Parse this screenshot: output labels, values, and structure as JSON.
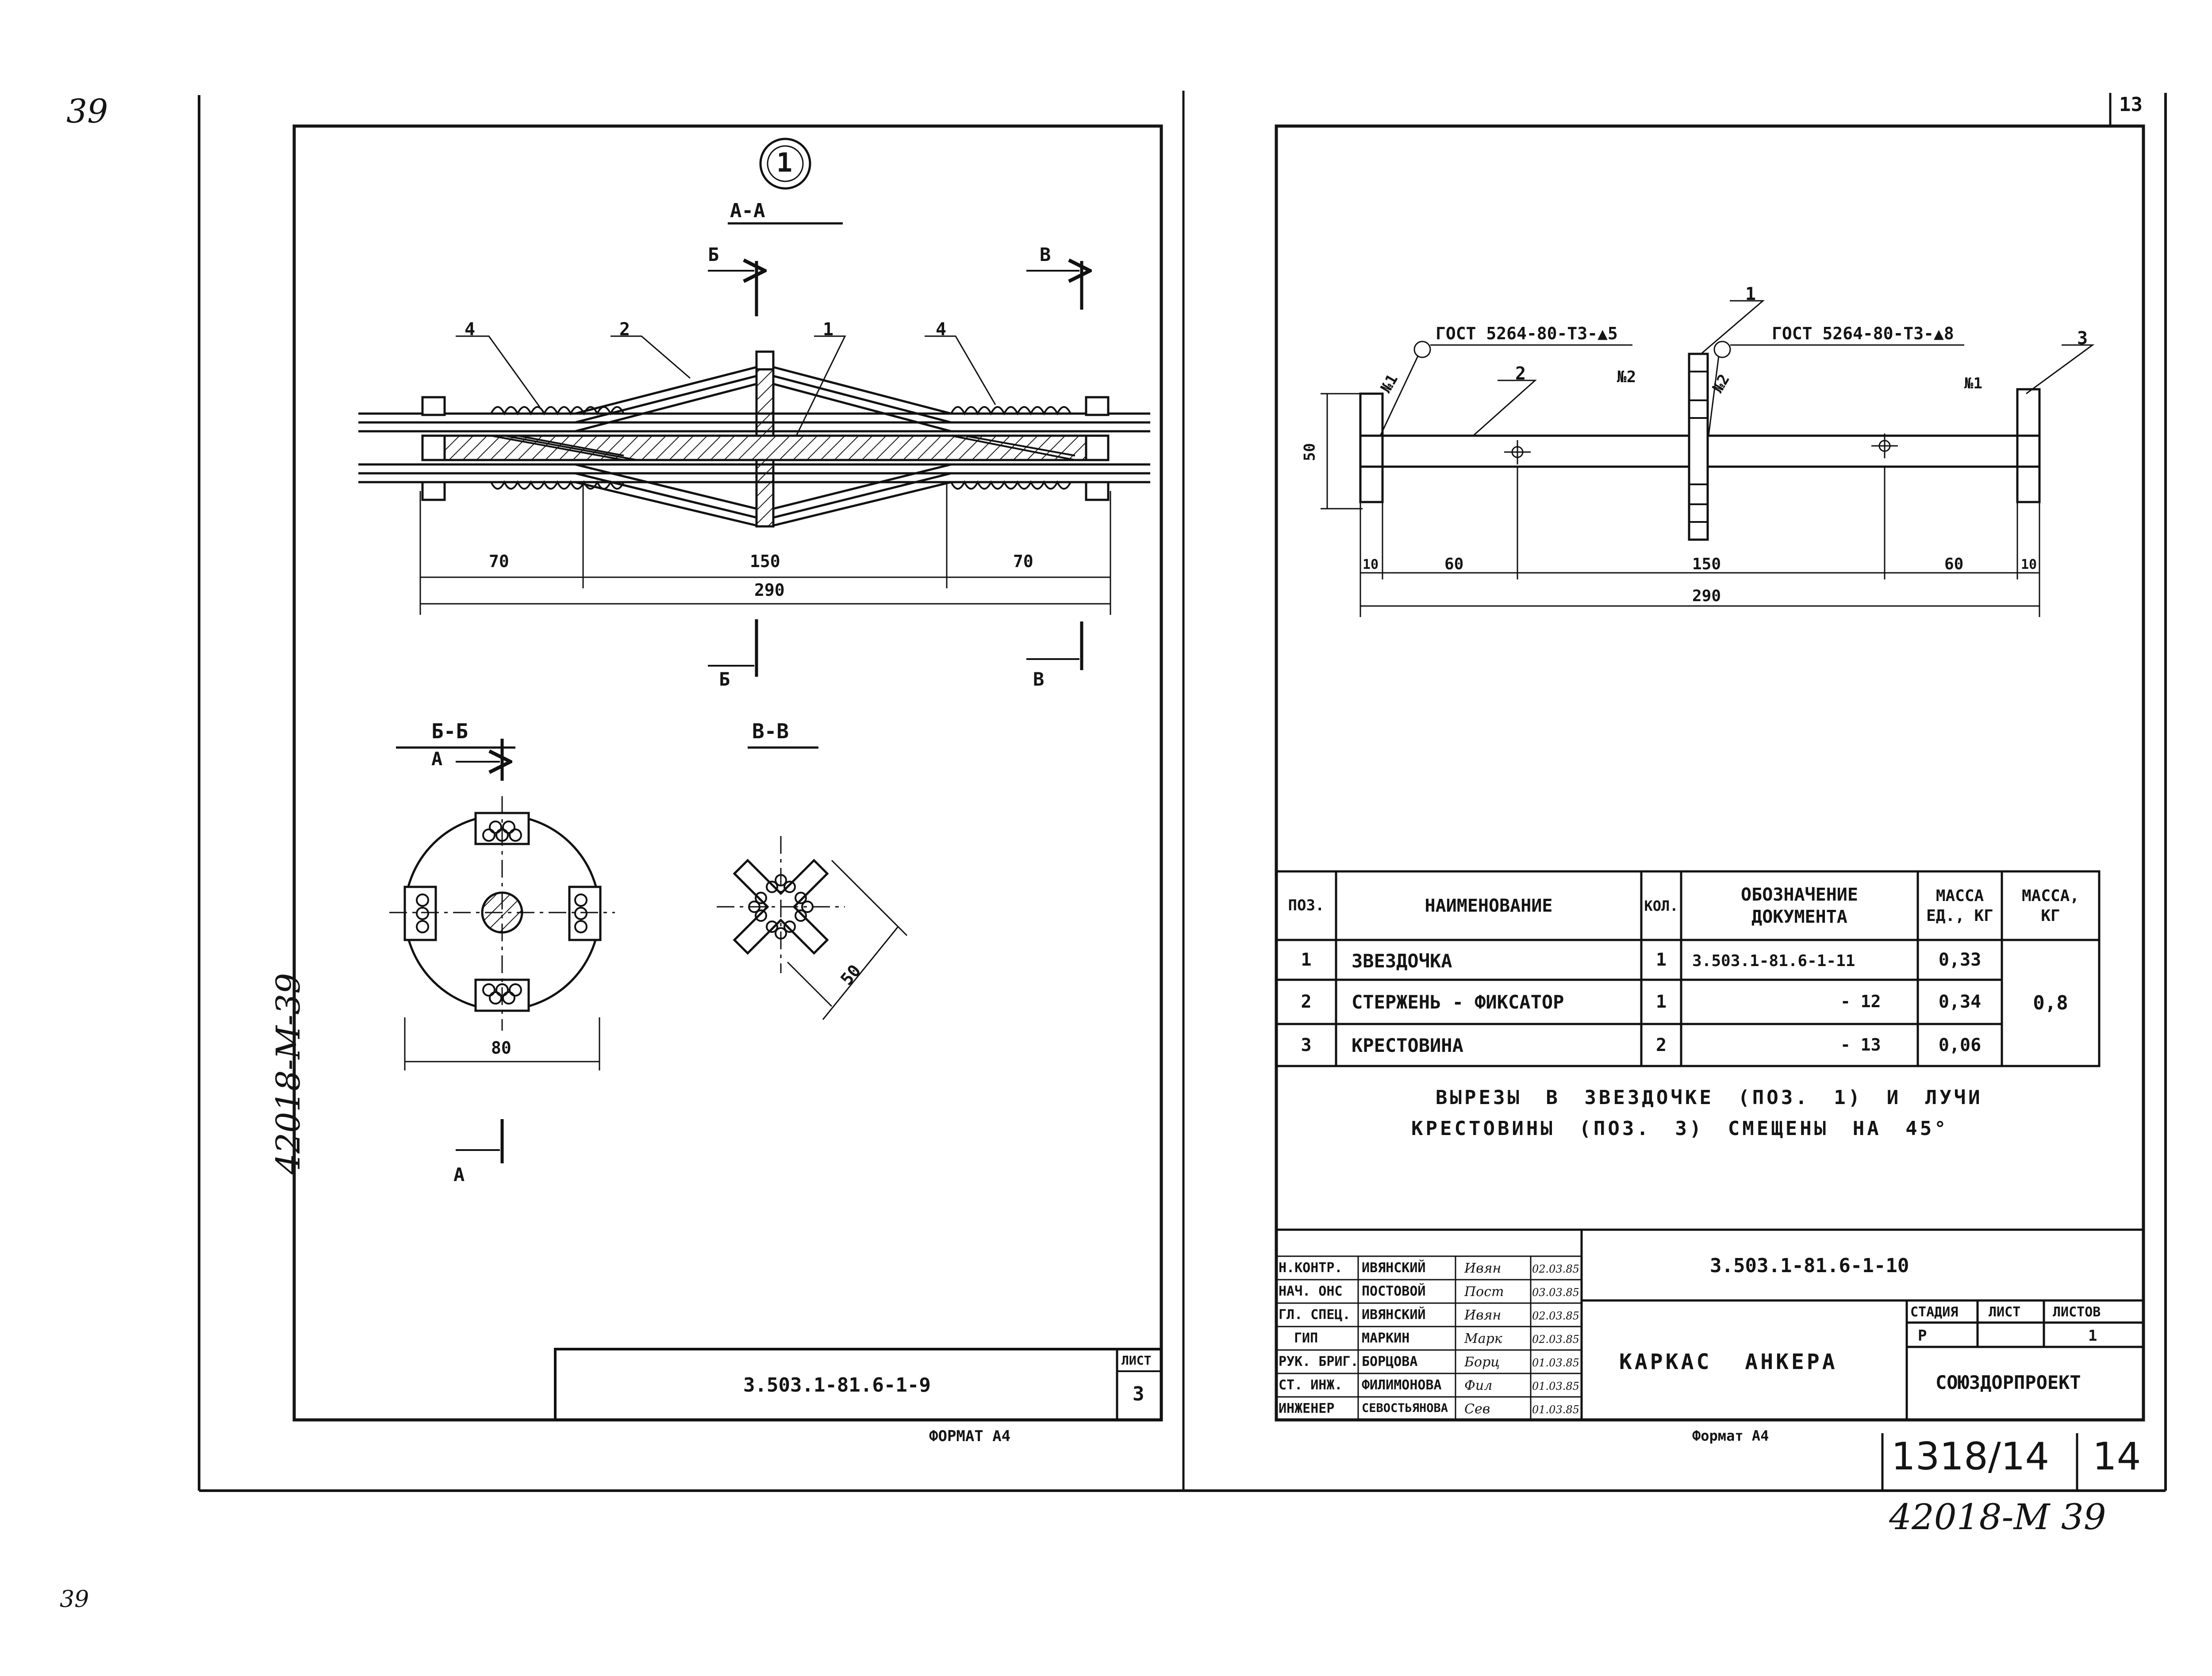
{
  "margin_notes": {
    "top_left": "39",
    "bottom_left": "39",
    "vertical_left": "42018-М-39",
    "bottom_right_handwritten": "42018-М 39"
  },
  "left_sheet": {
    "detail_number": "1",
    "section_aa": "А-А",
    "cut_b": "Б",
    "cut_v": "В",
    "callouts": [
      "4",
      "2",
      "1",
      "4"
    ],
    "dims": {
      "left": "70",
      "middle": "150",
      "right": "70",
      "total": "290"
    },
    "section_bb": "Б-Б",
    "section_vv": "В-В",
    "cut_a": "А",
    "dim_80": "80",
    "dim_50": "50",
    "stamp": {
      "designation": "3.503.1-81.6-1-9",
      "sheet_label": "ЛИСТ",
      "sheet_no": "3"
    },
    "format": "ФОРМАТ А4"
  },
  "right_sheet": {
    "corner_no": "13",
    "weld_left": "ГОСТ 5264-80-Т3-▲5",
    "weld_right": "ГОСТ 5264-80-Т3-▲8",
    "weld_tags": [
      "№1",
      "№2",
      "№2",
      "№1"
    ],
    "callouts": {
      "c1": "1",
      "c2": "2",
      "c3": "3"
    },
    "dim_height": "50",
    "dims": {
      "a": "10",
      "b": "60",
      "c": "150",
      "d": "60",
      "e": "10",
      "total": "290"
    },
    "spec_table": {
      "headers": [
        "ПОЗ.",
        "НАИМЕНОВАНИЕ",
        "КОЛ.",
        "ОБОЗНАЧЕНИЕ\nДОКУМЕНТА",
        "МАССА\nЕД., КГ",
        "МАССА,\nКГ"
      ],
      "rows": [
        [
          "1",
          "ЗВЕЗДОЧКА",
          "1",
          "3.503.1-81.6-1-11",
          "0,33"
        ],
        [
          "2",
          "СТЕРЖЕНЬ - ФИКСАТОР",
          "1",
          "- 12",
          "0,34"
        ],
        [
          "3",
          "КРЕСТОВИНА",
          "2",
          "- 13",
          "0,06"
        ]
      ],
      "total_mass": "0,8"
    },
    "note_line1": "ВЫРЕЗЫ В ЗВЕЗДОЧКЕ (ПОЗ. 1) И ЛУЧИ",
    "note_line2": "КРЕСТОВИНЫ (ПОЗ. 3) СМЕЩЕНЫ НА 45°",
    "title_block": {
      "designation": "3.503.1-81.6-1-10",
      "title": "КАРКАС АНКЕРА",
      "organization": "СОЮЗДОРПРОЕКТ",
      "stage_headers": [
        "СТАДИЯ",
        "ЛИСТ",
        "ЛИСТОВ"
      ],
      "stage_values": [
        "Р",
        "",
        "1"
      ],
      "people": [
        {
          "role": "Н.КОНТР.",
          "name": "ИВЯНСКИЙ",
          "sign": "Ивян",
          "date": "02.03.85"
        },
        {
          "role": "НАЧ. ОНС",
          "name": "ПОСТОВОЙ",
          "sign": "Пост",
          "date": "03.03.85"
        },
        {
          "role": "ГЛ. СПЕЦ.",
          "name": "ИВЯНСКИЙ",
          "sign": "Ивян",
          "date": "02.03.85"
        },
        {
          "role": "ГИП",
          "name": "МАРКИН",
          "sign": "Марк",
          "date": "02.03.85"
        },
        {
          "role": "РУК. БРИГ.",
          "name": "БОРЦОВА",
          "sign": "Борц",
          "date": "01.03.85"
        },
        {
          "role": "СТ. ИНЖ.",
          "name": "ФИЛИМОНОВА",
          "sign": "Фил",
          "date": "01.03.85"
        },
        {
          "role": "ИНЖЕНЕР",
          "name": "СЕВОСТЬЯНОВА",
          "sign": "Сев",
          "date": "01.03.85"
        }
      ]
    },
    "format": "Формат А4",
    "archive_no": "1318/14",
    "archive_sheet": "14"
  }
}
